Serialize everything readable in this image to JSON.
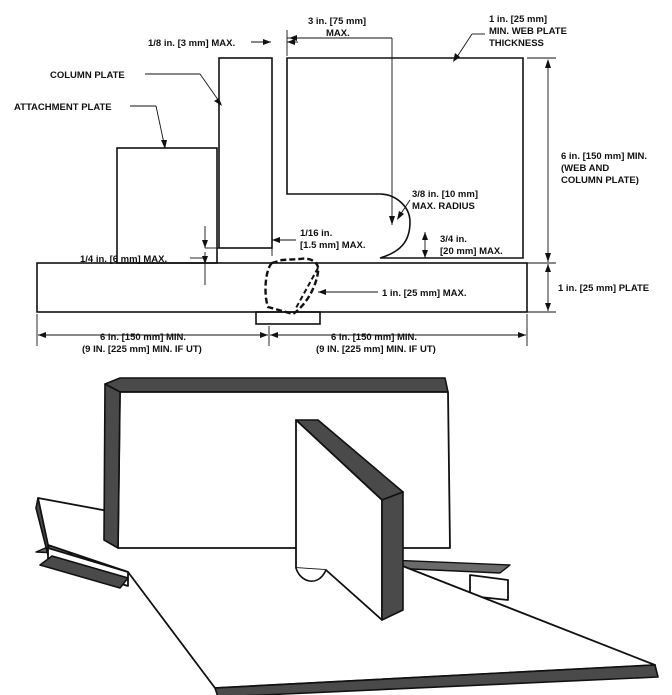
{
  "labels": {
    "web_thickness_1": "1 in. [25 mm]",
    "web_thickness_2": "MIN. WEB PLATE",
    "web_thickness_3": "THICKNESS",
    "gap_top_1": "3 in. [75 mm]",
    "gap_top_2": "MAX.",
    "col_gap": "1/8 in. [3 mm] MAX.",
    "column_plate": "COLUMN PLATE",
    "attachment_plate": "ATTACHMENT PLATE",
    "height_1": "6 in. [150 mm] MIN.",
    "height_2": "(WEB AND",
    "height_3": "COLUMN PLATE)",
    "radius_1": "3/8 in. [10 mm]",
    "radius_2": "MAX. RADIUS",
    "web_gap_1": "1/16 in.",
    "web_gap_2": "[1.5 mm] MAX.",
    "rh_1": "3/4 in.",
    "rh_2": "[20 mm] MAX.",
    "attach_gap": "1/4 in. [6 mm] MAX.",
    "weld_width": "1 in. [25 mm] MAX.",
    "plate_thickness": "1 in. [25 mm] PLATE",
    "left_len_1": "6 in. [150 mm] MIN.",
    "left_len_2": "(9 IN. [225 mm] MIN. IF UT)",
    "right_len_1": "6 in. [150 mm] MIN.",
    "right_len_2": "(9 IN. [225 mm] MIN. IF UT)"
  }
}
